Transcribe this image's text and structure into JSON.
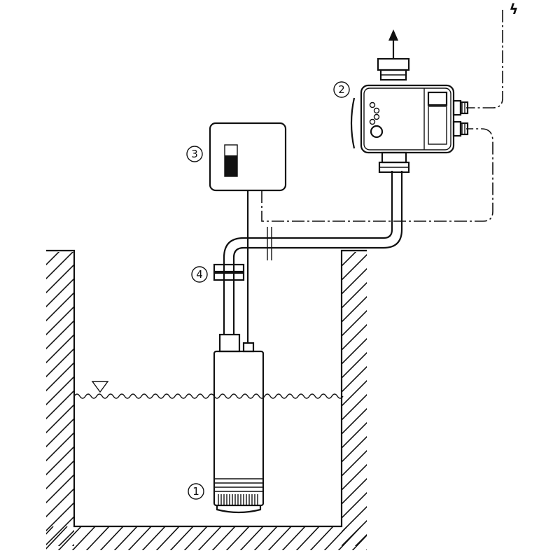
{
  "labels": {
    "pump": "1",
    "pressure_controller": "2",
    "control_box": "3",
    "check_valve": "4"
  },
  "symbols": {
    "power": "ϟ"
  }
}
